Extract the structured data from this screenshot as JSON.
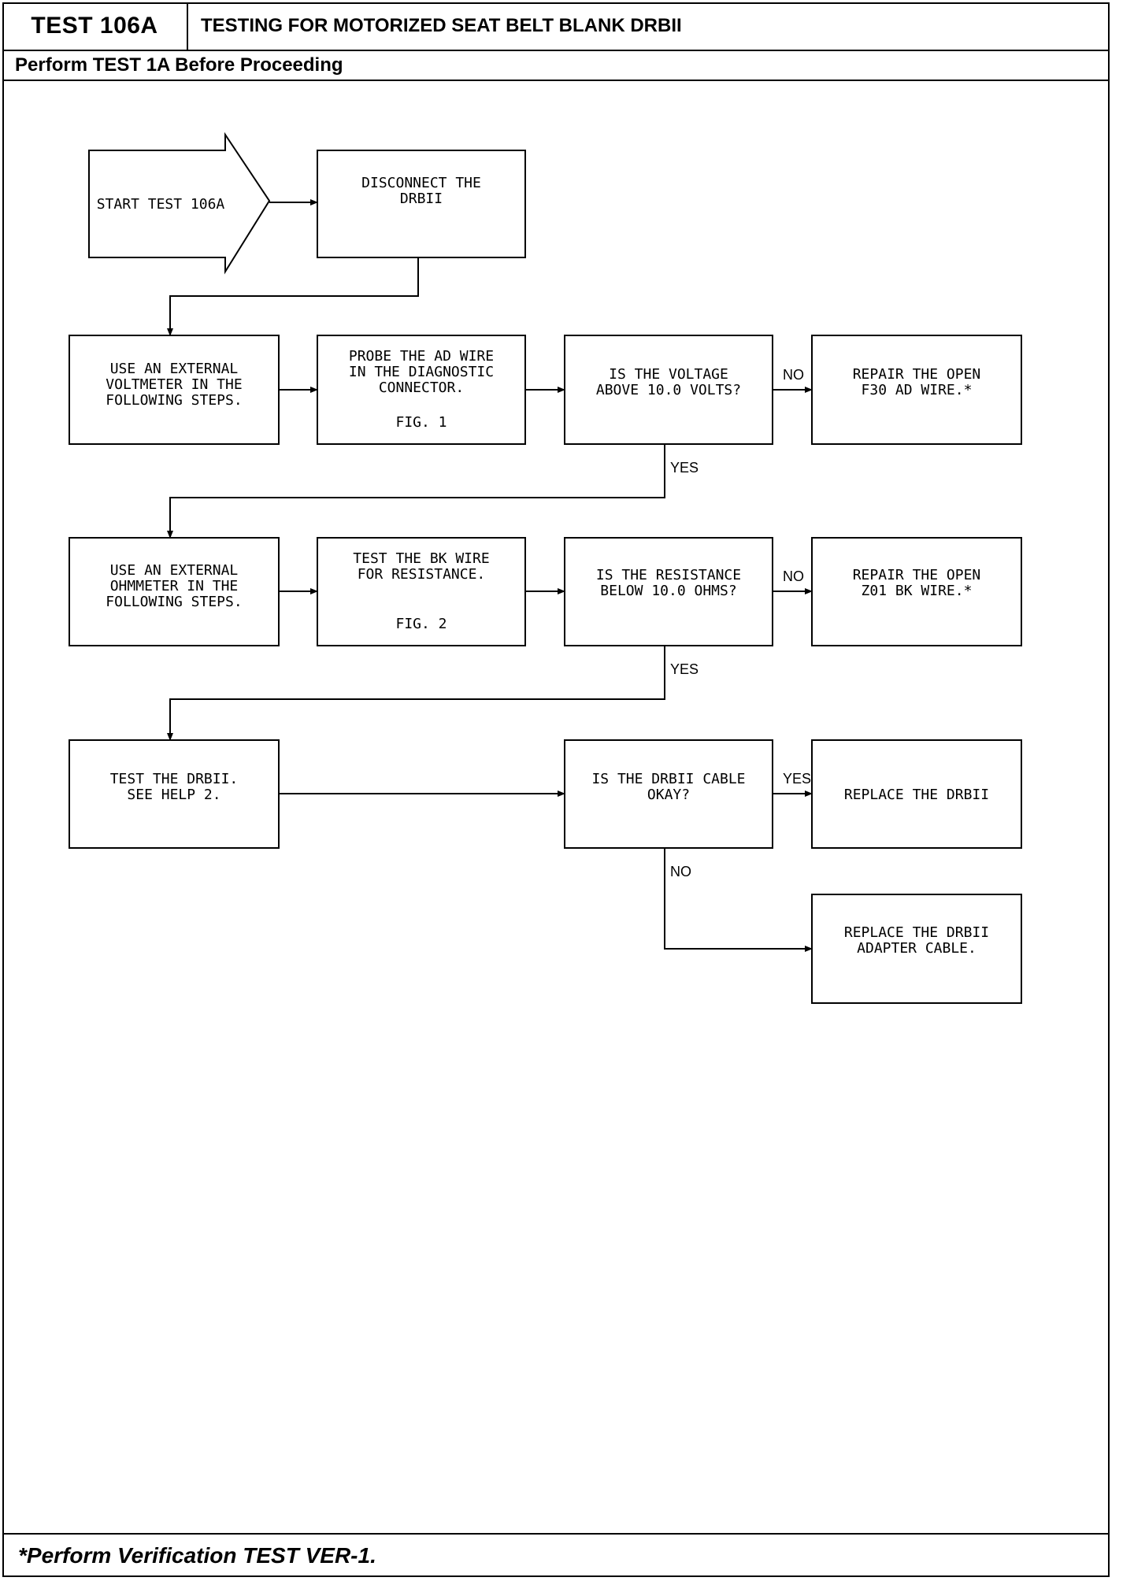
{
  "header": {
    "test_id": "TEST 106A",
    "title": "TESTING FOR MOTORIZED SEAT BELT BLANK DRBII",
    "prerequisite": "Perform TEST 1A Before Proceeding"
  },
  "footer": {
    "note": "*Perform Verification TEST VER-1."
  },
  "flowchart": {
    "start": [
      "START TEST 106A"
    ],
    "disconnect": [
      "DISCONNECT THE",
      "DRBII"
    ],
    "use_voltmeter": [
      "USE AN EXTERNAL",
      "VOLTMETER IN THE",
      "FOLLOWING STEPS."
    ],
    "probe_ad": [
      "PROBE THE AD WIRE",
      "IN THE DIAGNOSTIC",
      "CONNECTOR."
    ],
    "probe_ad_fig": "FIG. 1",
    "voltage_question": [
      "IS THE VOLTAGE",
      "ABOVE 10.0 VOLTS?"
    ],
    "repair_f30": [
      "REPAIR THE OPEN",
      "F30 AD WIRE.*"
    ],
    "use_ohmmeter": [
      "USE AN EXTERNAL",
      "OHMMETER IN THE",
      "FOLLOWING STEPS."
    ],
    "test_bk": [
      "TEST THE BK WIRE",
      "FOR RESISTANCE."
    ],
    "test_bk_fig": "FIG. 2",
    "resistance_question": [
      "IS THE RESISTANCE",
      "BELOW 10.0 OHMS?"
    ],
    "repair_z01": [
      "REPAIR THE OPEN",
      "Z01 BK WIRE.*"
    ],
    "test_drbii": [
      "TEST THE DRBII.",
      "SEE HELP 2."
    ],
    "cable_question": [
      "IS THE DRBII CABLE",
      "OKAY?"
    ],
    "replace_drbii": [
      "REPLACE THE DRBII"
    ],
    "replace_adapter": [
      "REPLACE THE DRBII",
      "ADAPTER CABLE."
    ],
    "label_no": "NO",
    "label_yes": "YES"
  }
}
